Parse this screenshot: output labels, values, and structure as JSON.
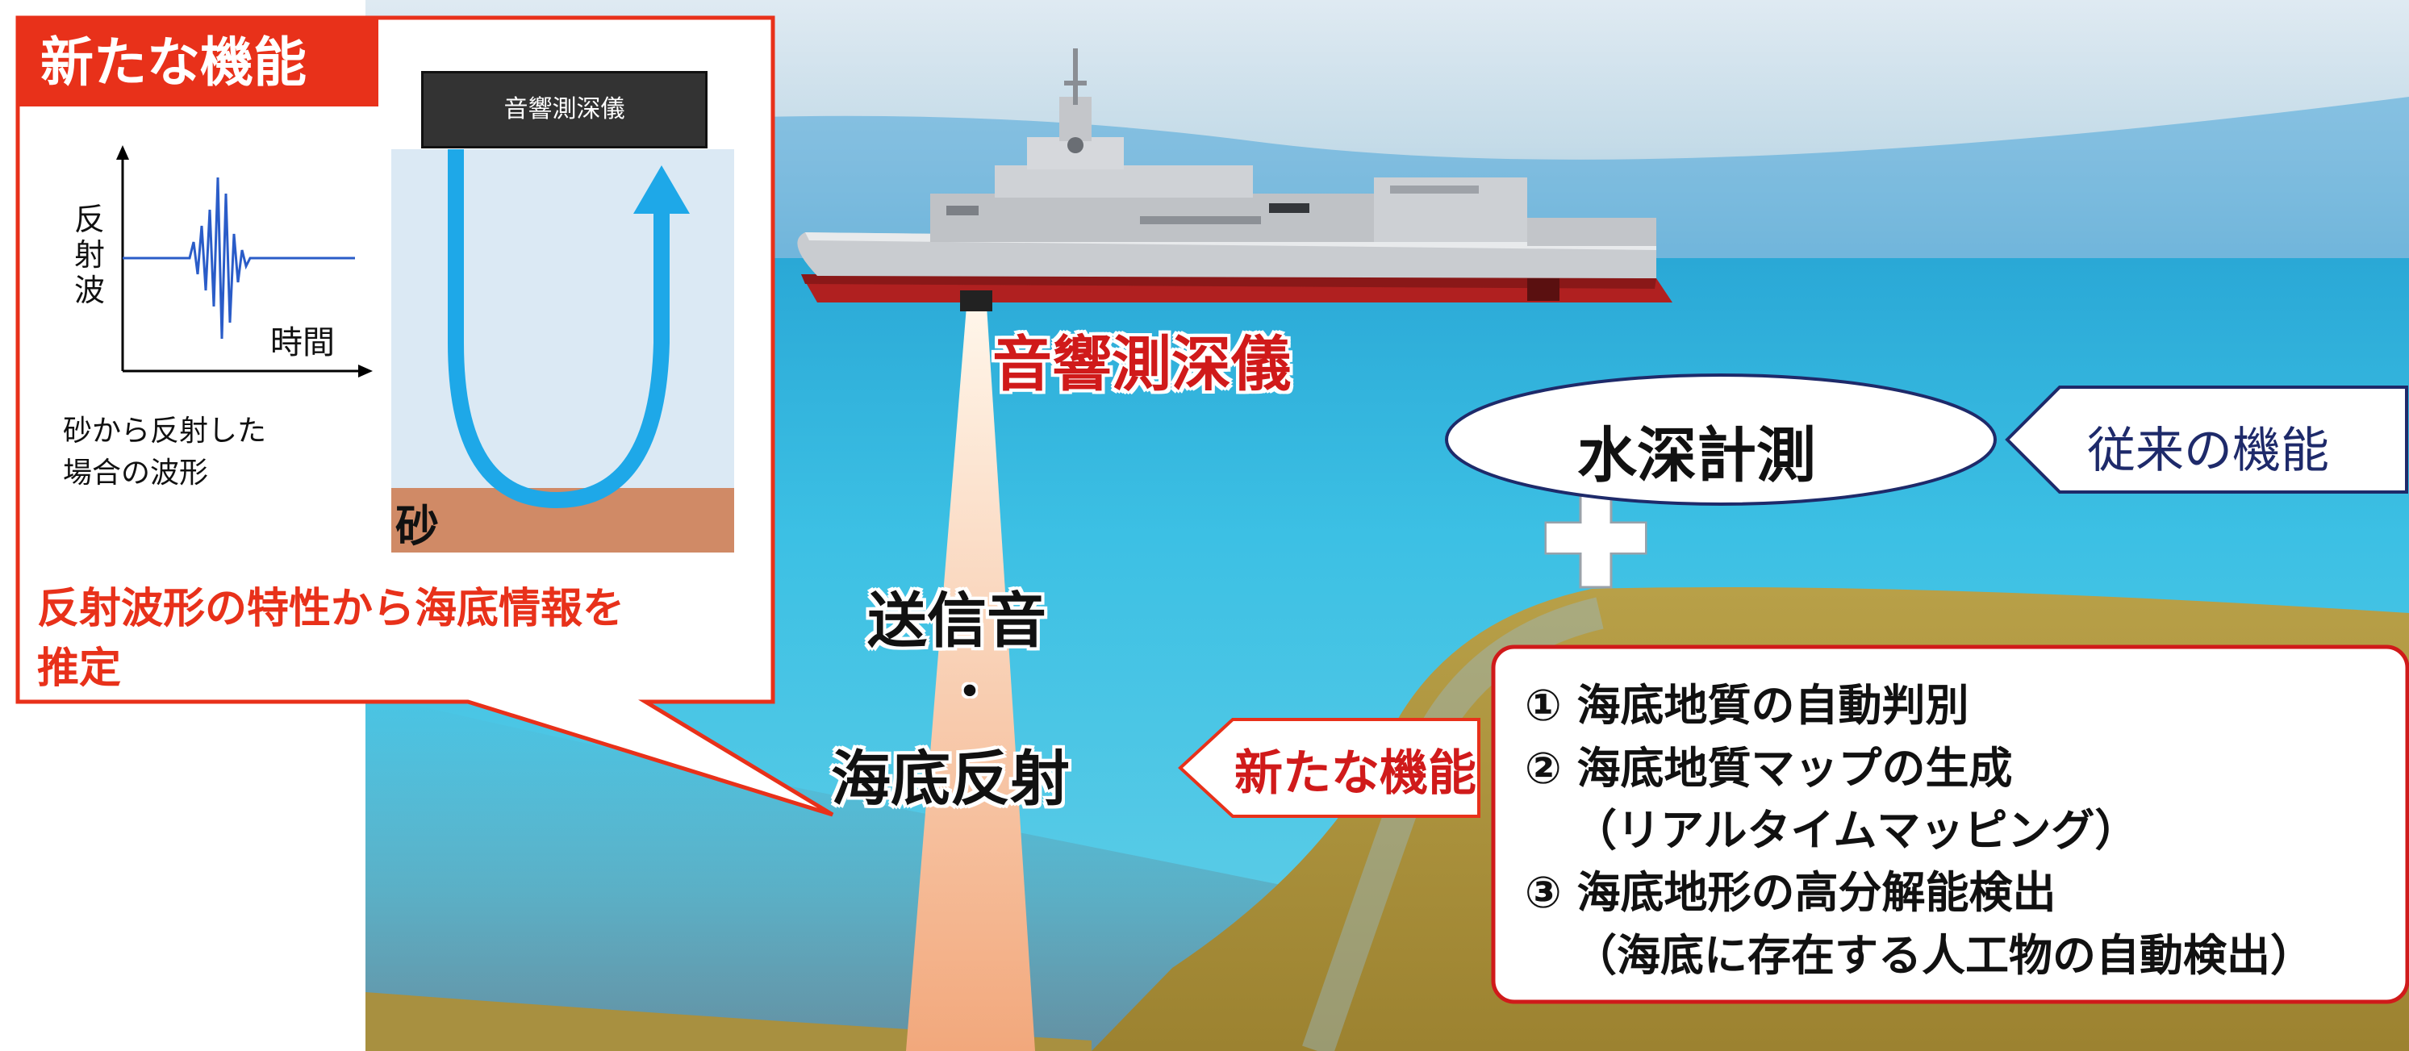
{
  "inset": {
    "tag": "新たな機能",
    "sounder_box": "音響測深儀",
    "y_axis_label": "反射波",
    "x_axis_label": "時間",
    "caption_line1": "砂から反射した",
    "caption_line2": "場合の波形",
    "seabed_label": "砂",
    "summary_line1": "反射波形の特性から海底情報を",
    "summary_line2": "推定"
  },
  "scene": {
    "sounder_label": "音響測深儀",
    "transmit_label": "送信音",
    "separator": "・",
    "reflect_label": "海底反射",
    "new_function_tag": "新たな機能",
    "depth_measure": "水深計測",
    "conventional_tag": "従来の機能",
    "plus": "+"
  },
  "features": [
    {
      "line": "①  海底地質の自動判別",
      "sub": ""
    },
    {
      "line": "②  海底地質マップの生成",
      "sub": "（リアルタイムマッピング）"
    },
    {
      "line": "③  海底地形の高分解能検出",
      "sub": "（海底に存在する人工物の自動検出）"
    }
  ],
  "colors": {
    "accent_red": "#e8311a",
    "title_red": "#d01a1a",
    "beam_blue": "#1ea8e8",
    "sand": "#d08a66",
    "navy": "#1e2a6a"
  }
}
